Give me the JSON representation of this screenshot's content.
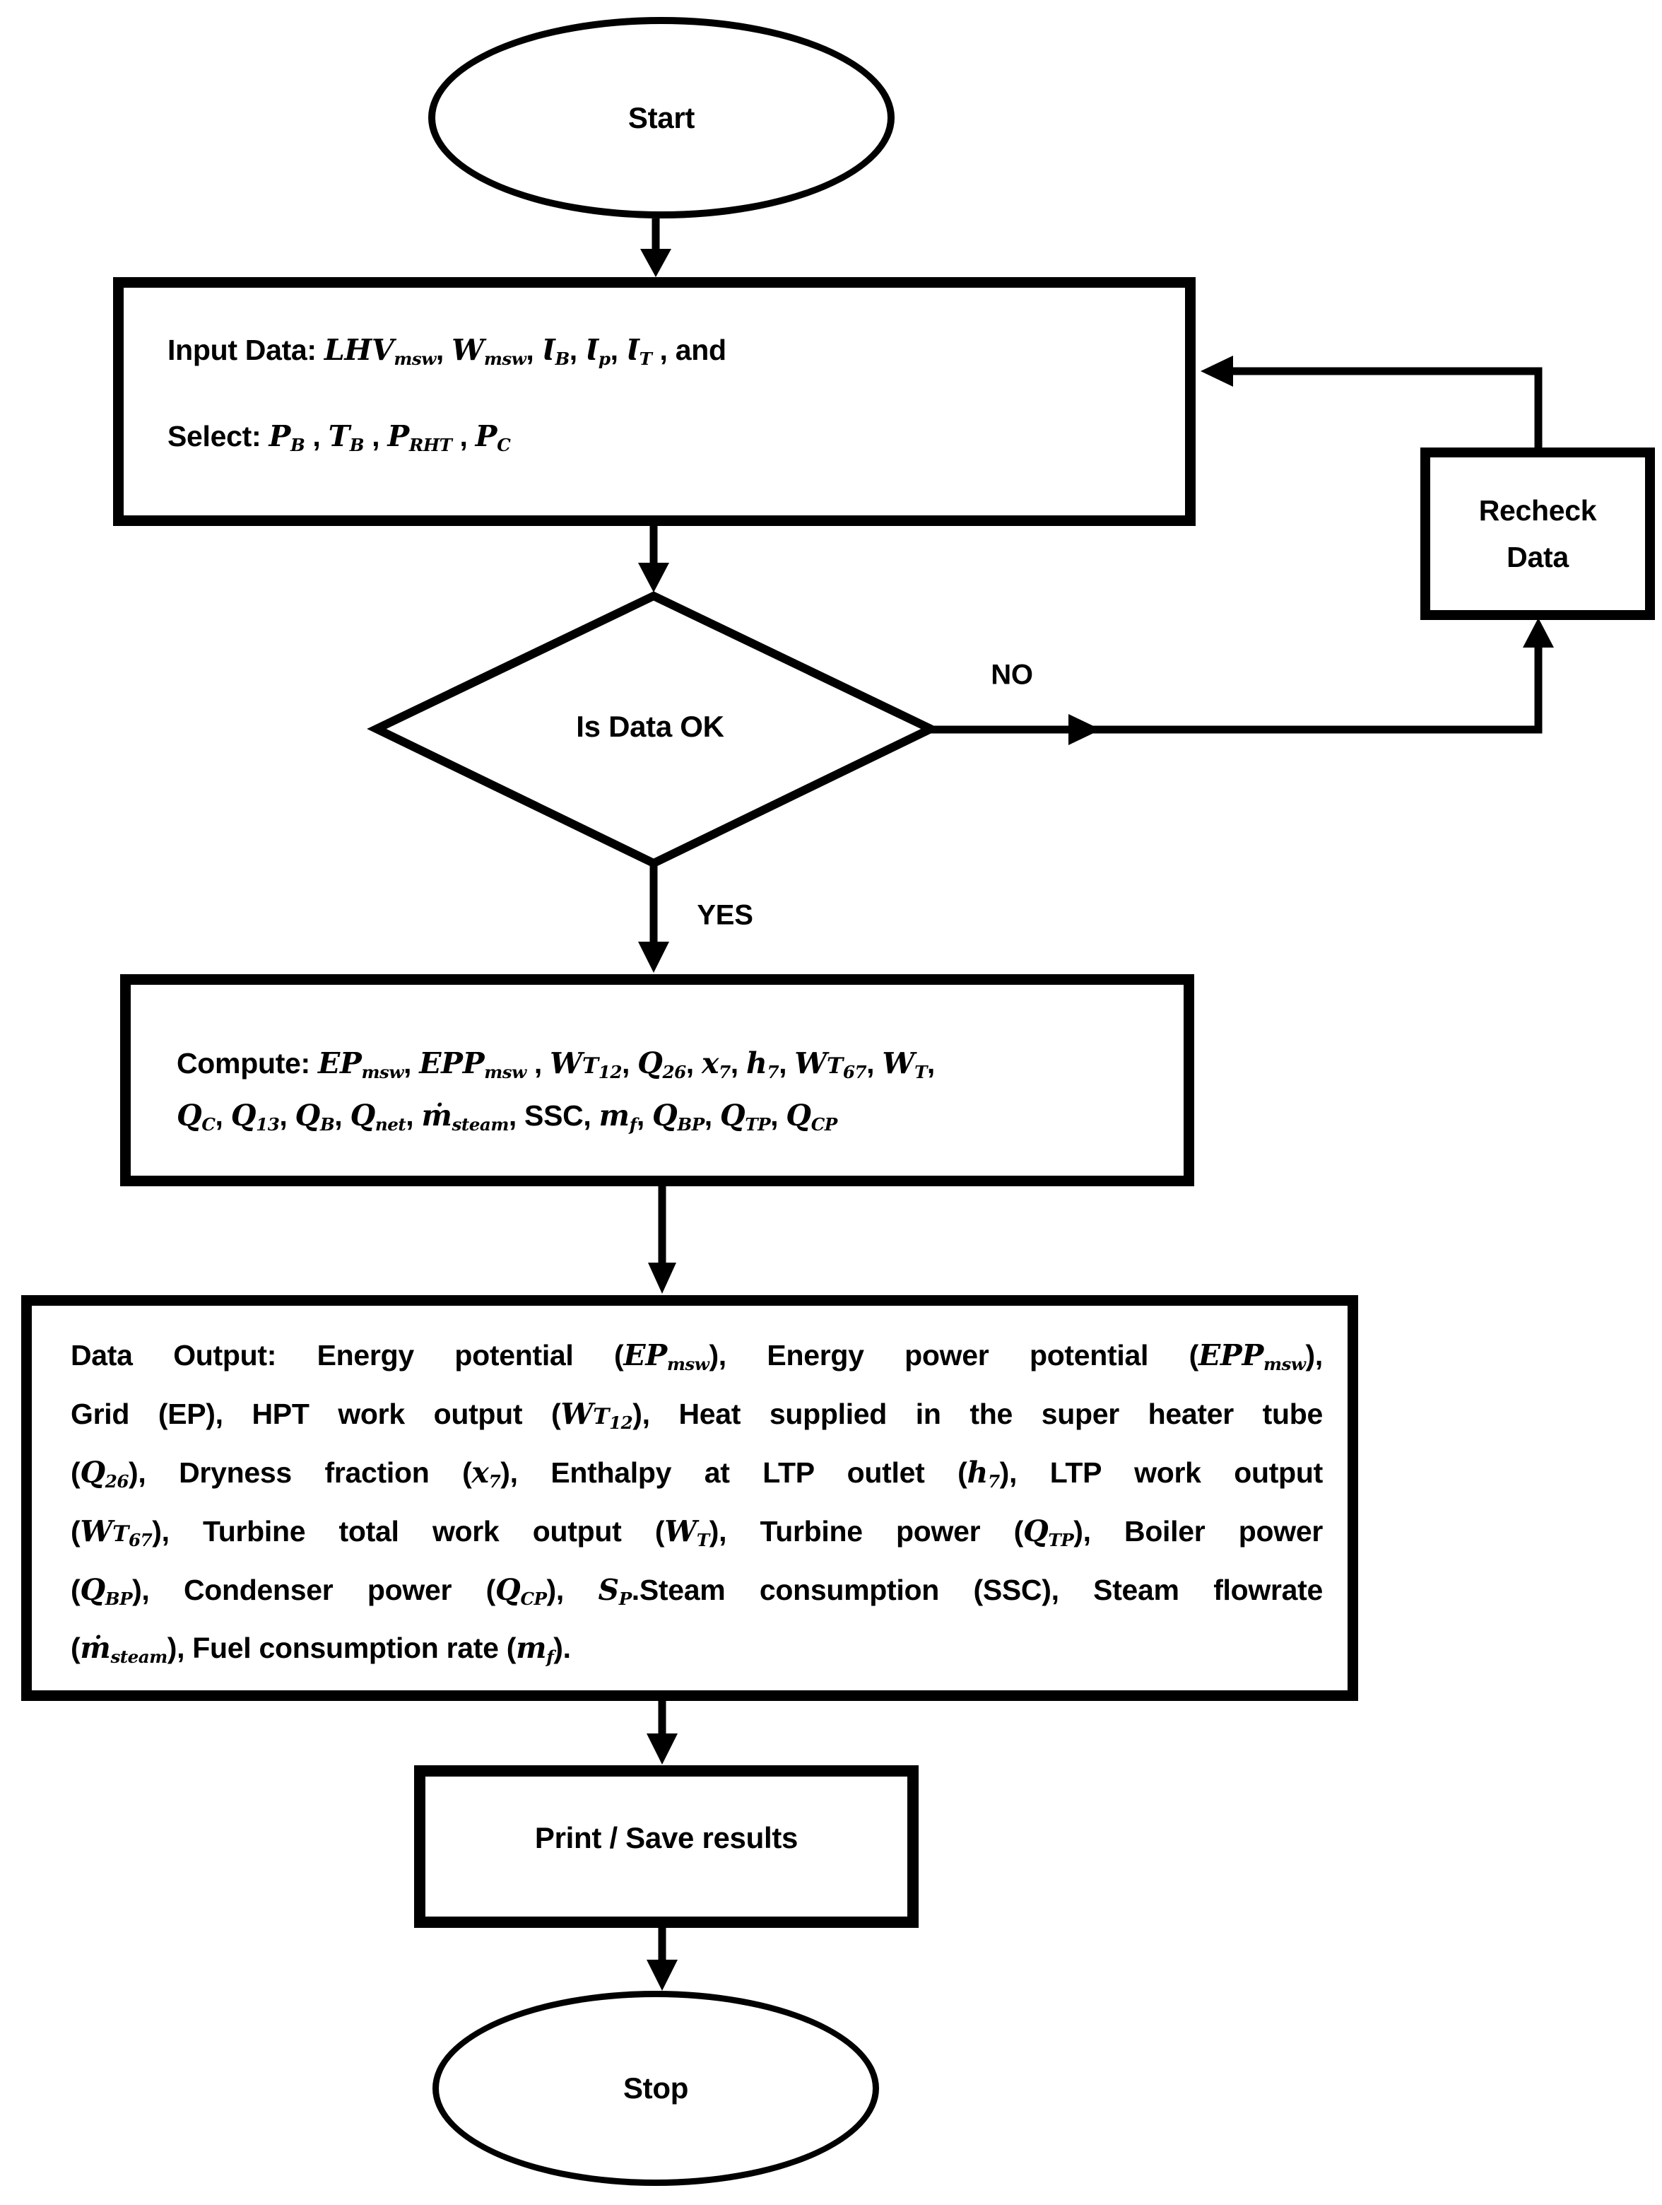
{
  "colors": {
    "ink": "#000000",
    "background": "#ffffff"
  },
  "nodes": {
    "start": {
      "label": "Start"
    },
    "input": {
      "line1_plain": "Input Data: LHVmsw, Wmsw, ƖB, Ɩp, ƖT , and",
      "line1": [
        {
          "c": "p",
          "t": "Input Data: "
        },
        {
          "c": "v",
          "t": "LHV"
        },
        {
          "c": "s",
          "t": "msw"
        },
        {
          "c": "p",
          "t": ", "
        },
        {
          "c": "v",
          "t": "W"
        },
        {
          "c": "s",
          "t": "msw"
        },
        {
          "c": "p",
          "t": ", "
        },
        {
          "c": "v",
          "t": "Ɩ"
        },
        {
          "c": "s",
          "t": "B"
        },
        {
          "c": "p",
          "t": ", "
        },
        {
          "c": "v",
          "t": "Ɩ"
        },
        {
          "c": "s",
          "t": "p"
        },
        {
          "c": "p",
          "t": ", "
        },
        {
          "c": "v",
          "t": "Ɩ"
        },
        {
          "c": "s",
          "t": "T"
        },
        {
          "c": "p",
          "t": " , and"
        }
      ],
      "line2_plain": "Select: PB , TB , PRHT , PC",
      "line2": [
        {
          "c": "p",
          "t": "Select: "
        },
        {
          "c": "v",
          "t": "P"
        },
        {
          "c": "s",
          "t": "B"
        },
        {
          "c": "p",
          "t": " , "
        },
        {
          "c": "v",
          "t": "T"
        },
        {
          "c": "s",
          "t": "B"
        },
        {
          "c": "p",
          "t": " , "
        },
        {
          "c": "v",
          "t": "P"
        },
        {
          "c": "s",
          "t": "RHT"
        },
        {
          "c": "p",
          "t": " , "
        },
        {
          "c": "v",
          "t": "P"
        },
        {
          "c": "s",
          "t": "C"
        }
      ]
    },
    "decision": {
      "label": "Is Data OK",
      "no_label": "NO",
      "yes_label": "YES"
    },
    "recheck": {
      "line1": "Recheck",
      "line2": "Data"
    },
    "compute": {
      "line1_plain": "Compute: EPmsw, EPPmsw , WT12, Q26, x7, h7, WT67, WT,",
      "line1": [
        {
          "c": "p",
          "t": "Compute: "
        },
        {
          "c": "v",
          "t": "EP"
        },
        {
          "c": "s",
          "t": "msw"
        },
        {
          "c": "p",
          "t": ", "
        },
        {
          "c": "v",
          "t": "EPP"
        },
        {
          "c": "s",
          "t": "msw"
        },
        {
          "c": "p",
          "t": " , "
        },
        {
          "c": "v",
          "t": "W"
        },
        {
          "c": "t",
          "t": "T"
        },
        {
          "c": "s",
          "t": "12"
        },
        {
          "c": "p",
          "t": ", "
        },
        {
          "c": "v",
          "t": "Q"
        },
        {
          "c": "s",
          "t": "26"
        },
        {
          "c": "p",
          "t": ", "
        },
        {
          "c": "v",
          "t": "x"
        },
        {
          "c": "s",
          "t": "7"
        },
        {
          "c": "p",
          "t": ", "
        },
        {
          "c": "v",
          "t": "h"
        },
        {
          "c": "s",
          "t": "7"
        },
        {
          "c": "p",
          "t": ", "
        },
        {
          "c": "v",
          "t": "W"
        },
        {
          "c": "t",
          "t": "T"
        },
        {
          "c": "s",
          "t": "67"
        },
        {
          "c": "p",
          "t": ", "
        },
        {
          "c": "v",
          "t": "W"
        },
        {
          "c": "s",
          "t": "T"
        },
        {
          "c": "p",
          "t": ","
        }
      ],
      "line2_plain": "QC, Q13, QB, Qnet, ṁsteam, SSC, mf, QBP, QTP, QCP",
      "line2": [
        {
          "c": "v",
          "t": "Q"
        },
        {
          "c": "s",
          "t": "C"
        },
        {
          "c": "p",
          "t": ", "
        },
        {
          "c": "v",
          "t": "Q"
        },
        {
          "c": "s",
          "t": "13"
        },
        {
          "c": "p",
          "t": ", "
        },
        {
          "c": "v",
          "t": "Q"
        },
        {
          "c": "s",
          "t": "B"
        },
        {
          "c": "p",
          "t": ", "
        },
        {
          "c": "v",
          "t": "Q"
        },
        {
          "c": "s",
          "t": "net"
        },
        {
          "c": "p",
          "t": ", "
        },
        {
          "c": "v",
          "t": "ṁ"
        },
        {
          "c": "s",
          "t": "steam"
        },
        {
          "c": "p",
          "t": ", SSC, "
        },
        {
          "c": "v",
          "t": "m"
        },
        {
          "c": "s",
          "t": "f"
        },
        {
          "c": "p",
          "t": ", "
        },
        {
          "c": "v",
          "t": "Q"
        },
        {
          "c": "s",
          "t": "BP"
        },
        {
          "c": "p",
          "t": ", "
        },
        {
          "c": "v",
          "t": "Q"
        },
        {
          "c": "s",
          "t": "TP"
        },
        {
          "c": "p",
          "t": ", "
        },
        {
          "c": "v",
          "t": "Q"
        },
        {
          "c": "s",
          "t": "CP"
        }
      ]
    },
    "data_output": {
      "plain": "Data Output: Energy potential (EPmsw), Energy power potential (EPPmsw), Grid (EP), HPT work output (WT12), Heat supplied in the super heater tube (Q26), Dryness fraction (x7), Enthalpy at LTP outlet (h7), LTP work output (WT67), Turbine total work output (WT), Turbine power (QTP), Boiler power (QBP), Condenser power (QCP), SP.Steam consumption (SSC), Steam flowrate (ṁsteam), Fuel consumption rate (mf).",
      "lines": [
        [
          {
            "c": "p",
            "t": "Data Output: Energy potential ("
          },
          {
            "c": "v",
            "t": "EP"
          },
          {
            "c": "s",
            "t": "msw"
          },
          {
            "c": "p",
            "t": "), Energy power potential ("
          },
          {
            "c": "v",
            "t": "EPP"
          },
          {
            "c": "s",
            "t": "msw"
          },
          {
            "c": "p",
            "t": "),"
          }
        ],
        [
          {
            "c": "p",
            "t": "Grid (EP), HPT work output ("
          },
          {
            "c": "v",
            "t": "W"
          },
          {
            "c": "t",
            "t": "T"
          },
          {
            "c": "s",
            "t": "12"
          },
          {
            "c": "p",
            "t": "), Heat supplied in the super heater tube"
          }
        ],
        [
          {
            "c": "p",
            "t": "("
          },
          {
            "c": "v",
            "t": "Q"
          },
          {
            "c": "s",
            "t": "26"
          },
          {
            "c": "p",
            "t": "), Dryness fraction ("
          },
          {
            "c": "v",
            "t": "x"
          },
          {
            "c": "s",
            "t": "7"
          },
          {
            "c": "p",
            "t": "), Enthalpy at LTP outlet ("
          },
          {
            "c": "v",
            "t": "h"
          },
          {
            "c": "s",
            "t": "7"
          },
          {
            "c": "p",
            "t": "), LTP work output"
          }
        ],
        [
          {
            "c": "p",
            "t": "("
          },
          {
            "c": "v",
            "t": "W"
          },
          {
            "c": "t",
            "t": "T"
          },
          {
            "c": "s",
            "t": "67"
          },
          {
            "c": "p",
            "t": "), Turbine total work output ("
          },
          {
            "c": "v",
            "t": "W"
          },
          {
            "c": "s",
            "t": "T"
          },
          {
            "c": "p",
            "t": "), Turbine power ("
          },
          {
            "c": "v",
            "t": "Q"
          },
          {
            "c": "s",
            "t": "TP"
          },
          {
            "c": "p",
            "t": "), Boiler power"
          }
        ],
        [
          {
            "c": "p",
            "t": "("
          },
          {
            "c": "v",
            "t": "Q"
          },
          {
            "c": "s",
            "t": "BP"
          },
          {
            "c": "p",
            "t": "), Condenser power ("
          },
          {
            "c": "v",
            "t": "Q"
          },
          {
            "c": "s",
            "t": "CP"
          },
          {
            "c": "p",
            "t": "), "
          },
          {
            "c": "v",
            "t": "S"
          },
          {
            "c": "s",
            "t": "P"
          },
          {
            "c": "p",
            "t": ".Steam consumption (SSC), Steam flowrate"
          }
        ],
        [
          {
            "c": "p",
            "t": "("
          },
          {
            "c": "v",
            "t": "ṁ"
          },
          {
            "c": "s",
            "t": "steam"
          },
          {
            "c": "p",
            "t": "), Fuel consumption rate ("
          },
          {
            "c": "v",
            "t": "m"
          },
          {
            "c": "s",
            "t": "f"
          },
          {
            "c": "p",
            "t": ")."
          }
        ]
      ]
    },
    "print_save": {
      "label": "Print / Save results"
    },
    "stop": {
      "label": "Stop"
    }
  },
  "edges": [
    {
      "from": "start",
      "to": "input"
    },
    {
      "from": "input",
      "to": "decision"
    },
    {
      "from": "decision",
      "to": "recheck",
      "label": "NO"
    },
    {
      "from": "recheck",
      "to": "input"
    },
    {
      "from": "decision",
      "to": "compute",
      "label": "YES"
    },
    {
      "from": "compute",
      "to": "data_output"
    },
    {
      "from": "data_output",
      "to": "print_save"
    },
    {
      "from": "print_save",
      "to": "stop"
    }
  ]
}
